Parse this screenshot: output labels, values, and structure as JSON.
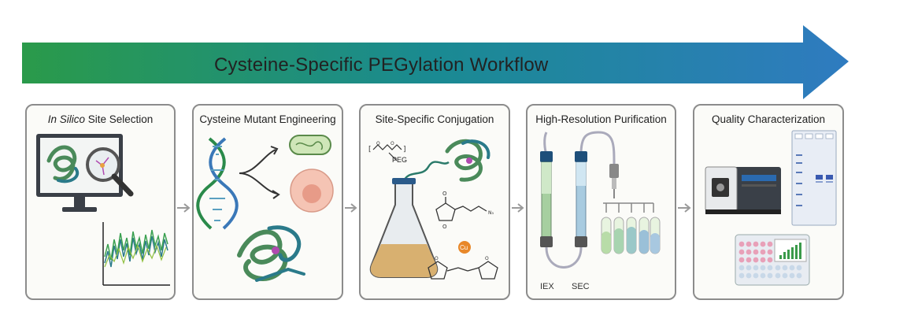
{
  "title": "Cysteine-Specific PEGylation Workflow",
  "colors": {
    "banner_start": "#2a9a4a",
    "banner_mid": "#1a8a92",
    "banner_end": "#2f7bc0",
    "panel_border": "#8c8c8c",
    "protein_green": "#4a8a5a",
    "protein_teal": "#2a7a8a",
    "accent_purple": "#b04ab0"
  },
  "steps": [
    {
      "title_italic": "In Silico",
      "title_rest": " Site Selection",
      "icons": [
        "monitor-icon",
        "protein-structure-icon",
        "magnifier-icon",
        "md-trajectory-plot-icon"
      ]
    },
    {
      "title": "Cysteine Mutant Engineering",
      "icons": [
        "dna-double-helix-icon",
        "bacterial-cell-icon",
        "mammalian-cell-icon",
        "protein-structure-icon"
      ]
    },
    {
      "title": "Site-Specific Conjugation",
      "peg_label": "PEG",
      "copper_label": "Cu",
      "icons": [
        "peg-chain-icon",
        "erlenmeyer-flask-icon",
        "maleimide-icon",
        "copper-catalyst-icon"
      ]
    },
    {
      "title": "High-Resolution Purification",
      "column_labels": [
        "IEX",
        "SEC"
      ],
      "icons": [
        "iex-column-icon",
        "sec-column-icon",
        "fraction-tubes-icon"
      ]
    },
    {
      "title": "Quality Characterization",
      "icons": [
        "mass-spectrometer-icon",
        "sds-page-gel-icon",
        "well-plate-icon",
        "bar-chart-icon"
      ]
    }
  ]
}
